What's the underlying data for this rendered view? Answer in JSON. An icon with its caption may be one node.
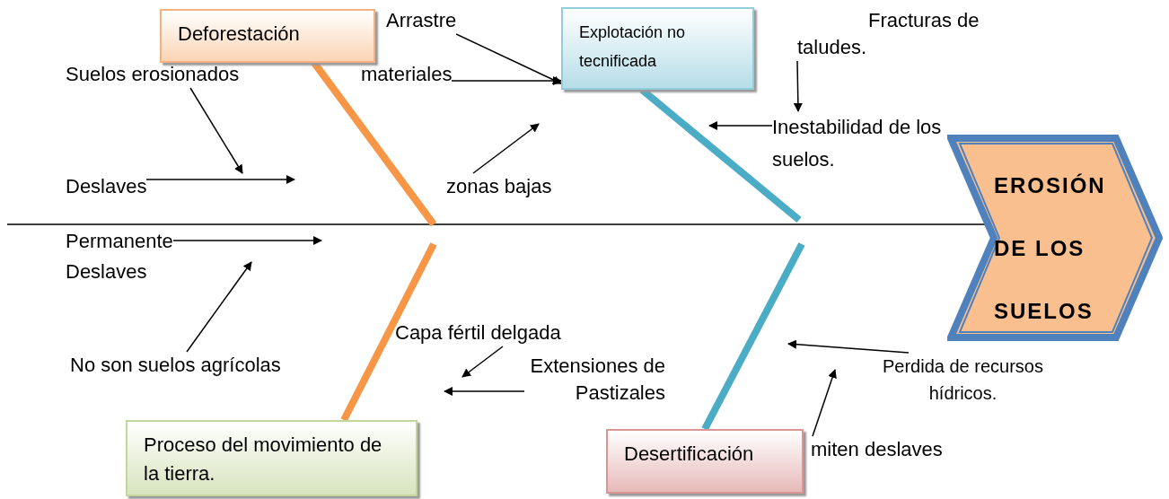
{
  "diagram": {
    "nodes": [
      {
        "text": [
          "Deforestación"
        ]
      },
      {
        "text": [
          "Arrastre"
        ]
      },
      {
        "text": [
          "Explotación no tecnificada"
        ]
      },
      {
        "text": [
          "Fracturas de taludes."
        ]
      },
      {
        "text": [
          "Suelos erosionados"
        ]
      },
      {
        "text": [
          "materiales"
        ]
      },
      {
        "text": [
          "Inestabilidad de los suelos."
        ]
      },
      {
        "text": [
          "EROSIÓN DE LOS SUELOS"
        ]
      },
      {
        "text": [
          "Deslaves"
        ]
      },
      {
        "text": [
          "zonas bajas"
        ]
      },
      {
        "text": [
          "Permanente"
        ]
      },
      {
        "text": [
          "Deslaves"
        ]
      },
      {
        "text": [
          "Capa fértil delgada"
        ]
      },
      {
        "text": [
          "No son suelos agrícolas"
        ]
      },
      {
        "text": [
          "Extensiones de Pastizales"
        ]
      },
      {
        "text": [
          "Perdida de recursos hídricos."
        ]
      },
      {
        "text": [
          "Proceso del movimiento de la tierra."
        ]
      },
      {
        "text": [
          "Desertificación"
        ]
      },
      {
        "text": [
          "miten deslaves"
        ]
      }
    ],
    "edges": [
      {
        "from": null,
        "to": 7,
        "arrow": "none"
      },
      {
        "from": 0,
        "to": null,
        "arrow": "none",
        "style": "thick",
        "color": "#f79646"
      },
      {
        "from": 16,
        "to": null,
        "arrow": "none",
        "style": "thick",
        "color": "#f79646"
      },
      {
        "from": 2,
        "to": null,
        "arrow": "none",
        "style": "thick",
        "color": "#4bacc6"
      },
      {
        "from": 17,
        "to": null,
        "arrow": "none",
        "style": "thick",
        "color": "#4bacc6"
      },
      {
        "from": 4,
        "to": null,
        "arrow": "to"
      },
      {
        "from": 8,
        "to": null,
        "arrow": "to"
      },
      {
        "from": 1,
        "to": 2,
        "arrow": "to"
      },
      {
        "from": 5,
        "to": 2,
        "arrow": "to"
      },
      {
        "from": 9,
        "to": null,
        "arrow": "to"
      },
      {
        "from": 3,
        "to": 6,
        "arrow": "to"
      },
      {
        "from": 6,
        "to": null,
        "arrow": "to"
      },
      {
        "from": 10,
        "to": null,
        "arrow": "to"
      },
      {
        "from": 13,
        "to": null,
        "arrow": "to"
      },
      {
        "from": 12,
        "to": null,
        "arrow": "to"
      },
      {
        "from": 14,
        "to": null,
        "arrow": "to"
      },
      {
        "from": 15,
        "to": null,
        "arrow": "to"
      },
      {
        "from": 18,
        "to": null,
        "arrow": "to"
      }
    ]
  }
}
